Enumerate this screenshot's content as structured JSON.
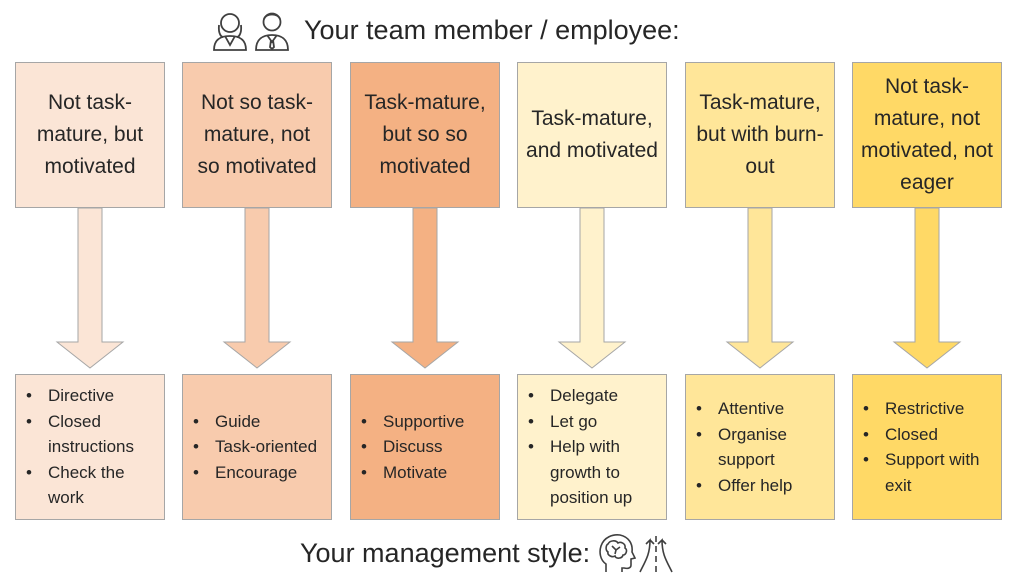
{
  "header": {
    "title": "Your team member / employee:",
    "icon": "people-icon"
  },
  "footer": {
    "title": "Your management style:",
    "icons": [
      "brain-head-icon",
      "crossroads-icon"
    ]
  },
  "columns": [
    {
      "situation": "Not task-mature, but motivated",
      "fill": "#fbe5d6",
      "style": [
        "Directive",
        "Closed instructions",
        "Check the work"
      ]
    },
    {
      "situation": "Not so task-mature, not so motivated",
      "fill": "#f8cbad",
      "style": [
        "Guide",
        "Task-oriented",
        "Encourage"
      ]
    },
    {
      "situation": "Task-mature, but so so motivated",
      "fill": "#f4b183",
      "style": [
        "Supportive",
        "Discuss",
        "Motivate"
      ]
    },
    {
      "situation": "Task-mature, and motivated",
      "fill": "#fff2cc",
      "style": [
        "Delegate",
        "Let go",
        "Help with growth to position up"
      ]
    },
    {
      "situation": "Task-mature, but with burn-out",
      "fill": "#ffe699",
      "style": [
        "Attentive",
        "Organise support",
        "Offer help"
      ]
    },
    {
      "situation": "Not task-mature, not motivated, not eager",
      "fill": "#ffd966",
      "style": [
        "Restrictive",
        "Closed",
        "Support with exit"
      ]
    }
  ],
  "colors": {
    "border": "#a6a6a6",
    "text": "#262626"
  }
}
